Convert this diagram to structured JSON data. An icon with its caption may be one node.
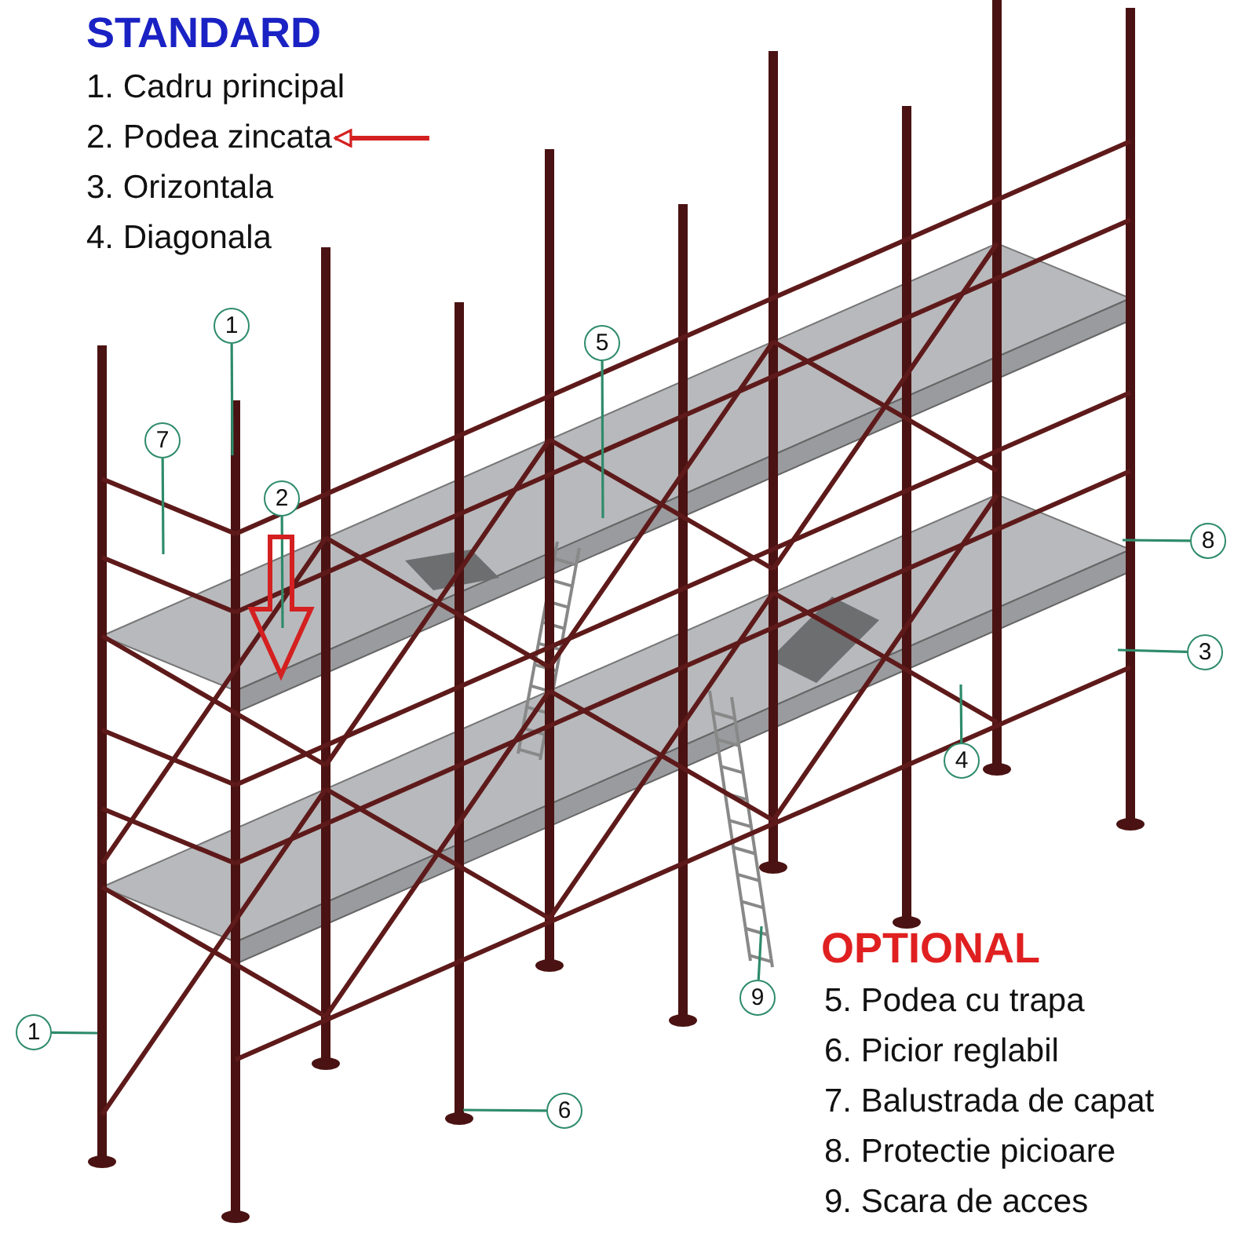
{
  "diagram": {
    "nodes": [
      {
        "text": [
          "2. Podea zincata"
        ]
      },
      {
        "text": [
          "1"
        ]
      },
      {
        "text": [
          "5"
        ]
      },
      {
        "text": [
          "7"
        ]
      },
      {
        "text": [
          "2"
        ]
      },
      {
        "text": [
          "8"
        ]
      },
      {
        "text": [
          "3"
        ]
      },
      {
        "text": [
          "4"
        ]
      },
      {
        "text": [
          "9"
        ]
      },
      {
        "text": [
          "1"
        ]
      },
      {
        "text": [
          "6"
        ]
      }
    ],
    "edges": [
      {
        "from": null,
        "to": 0,
        "arrow": "to",
        "color": "#d42020"
      },
      {
        "from": 1,
        "to": null,
        "arrow": "none"
      },
      {
        "from": 2,
        "to": null,
        "arrow": "none"
      },
      {
        "from": 3,
        "to": null,
        "arrow": "none"
      },
      {
        "from": 4,
        "to": null,
        "arrow": "none"
      },
      {
        "from": 5,
        "to": null,
        "arrow": "none"
      },
      {
        "from": 6,
        "to": null,
        "arrow": "none"
      },
      {
        "from": 7,
        "to": null,
        "arrow": "none"
      },
      {
        "from": 8,
        "to": null,
        "arrow": "none"
      },
      {
        "from": 9,
        "to": null,
        "arrow": "none"
      },
      {
        "from": 10,
        "to": null,
        "arrow": "none"
      }
    ],
    "labels": [
      "STANDARD",
      "1. Cadru principal",
      "3. Orizontala",
      "4. Diagonala",
      "OPTIONAL",
      "5. Podea cu trapa",
      "6. Picior reglabil",
      "7. Balustrada de capat",
      "8. Protectie picioare",
      "9. Scara de acces"
    ]
  }
}
